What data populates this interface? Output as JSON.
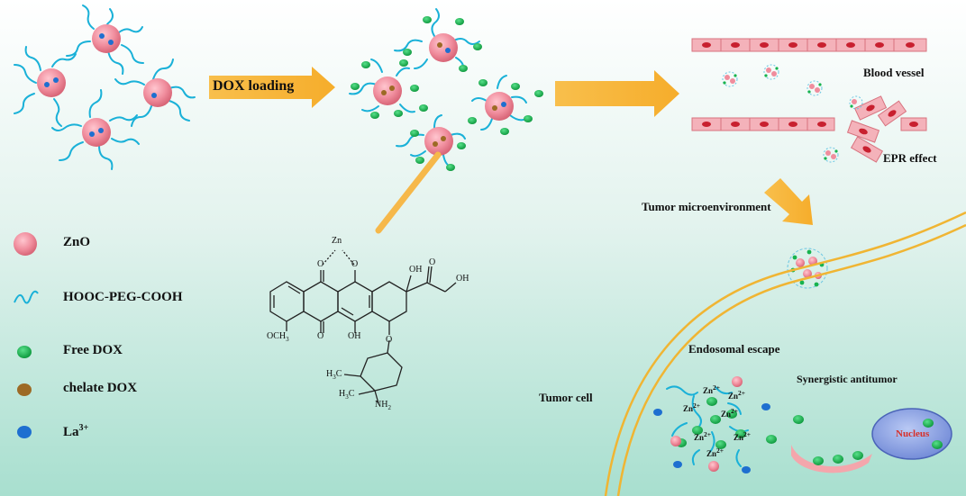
{
  "process": {
    "loading_label": "DOX loading"
  },
  "stages": {
    "blood_vessel": "Blood vessel",
    "epr": "EPR effect",
    "tumor_microenvironment": "Tumor microenvironment",
    "endosomal_escape": "Endosomal escape",
    "synergistic": "Synergistic antitumor",
    "tumor_cell": "Tumor cell",
    "nucleus": "Nucleus"
  },
  "legend": [
    {
      "label": "ZnO",
      "color": "#f08d9d",
      "shape": "sphere"
    },
    {
      "label": "HOOC-PEG-COOH",
      "color": "#1ab1d8",
      "shape": "squiggle"
    },
    {
      "label": "Free DOX",
      "color": "#17b34e",
      "shape": "dot"
    },
    {
      "label": "chelate DOX",
      "color": "#9d6a25",
      "shape": "dot"
    },
    {
      "label": "La",
      "superscript": "3+",
      "color": "#1e6fd0",
      "shape": "dot"
    }
  ],
  "structure": {
    "zn": "Zn",
    "o1": "O",
    "o2": "O",
    "oh1": "OH",
    "oh2": "OH",
    "o3": "O",
    "oh3": "OH",
    "o4": "O",
    "och3": "OCH",
    "och3_sub": "3",
    "o5": "O",
    "h3c1": "H",
    "h3c1_sub": "3",
    "h3c1_c": "C",
    "h3c2": "H",
    "h3c2_sub": "3",
    "h3c2_c": "C",
    "nh2": "NH",
    "nh2_sub": "2"
  },
  "ions": {
    "zn": "Zn",
    "zn_charge": "2+"
  }
}
